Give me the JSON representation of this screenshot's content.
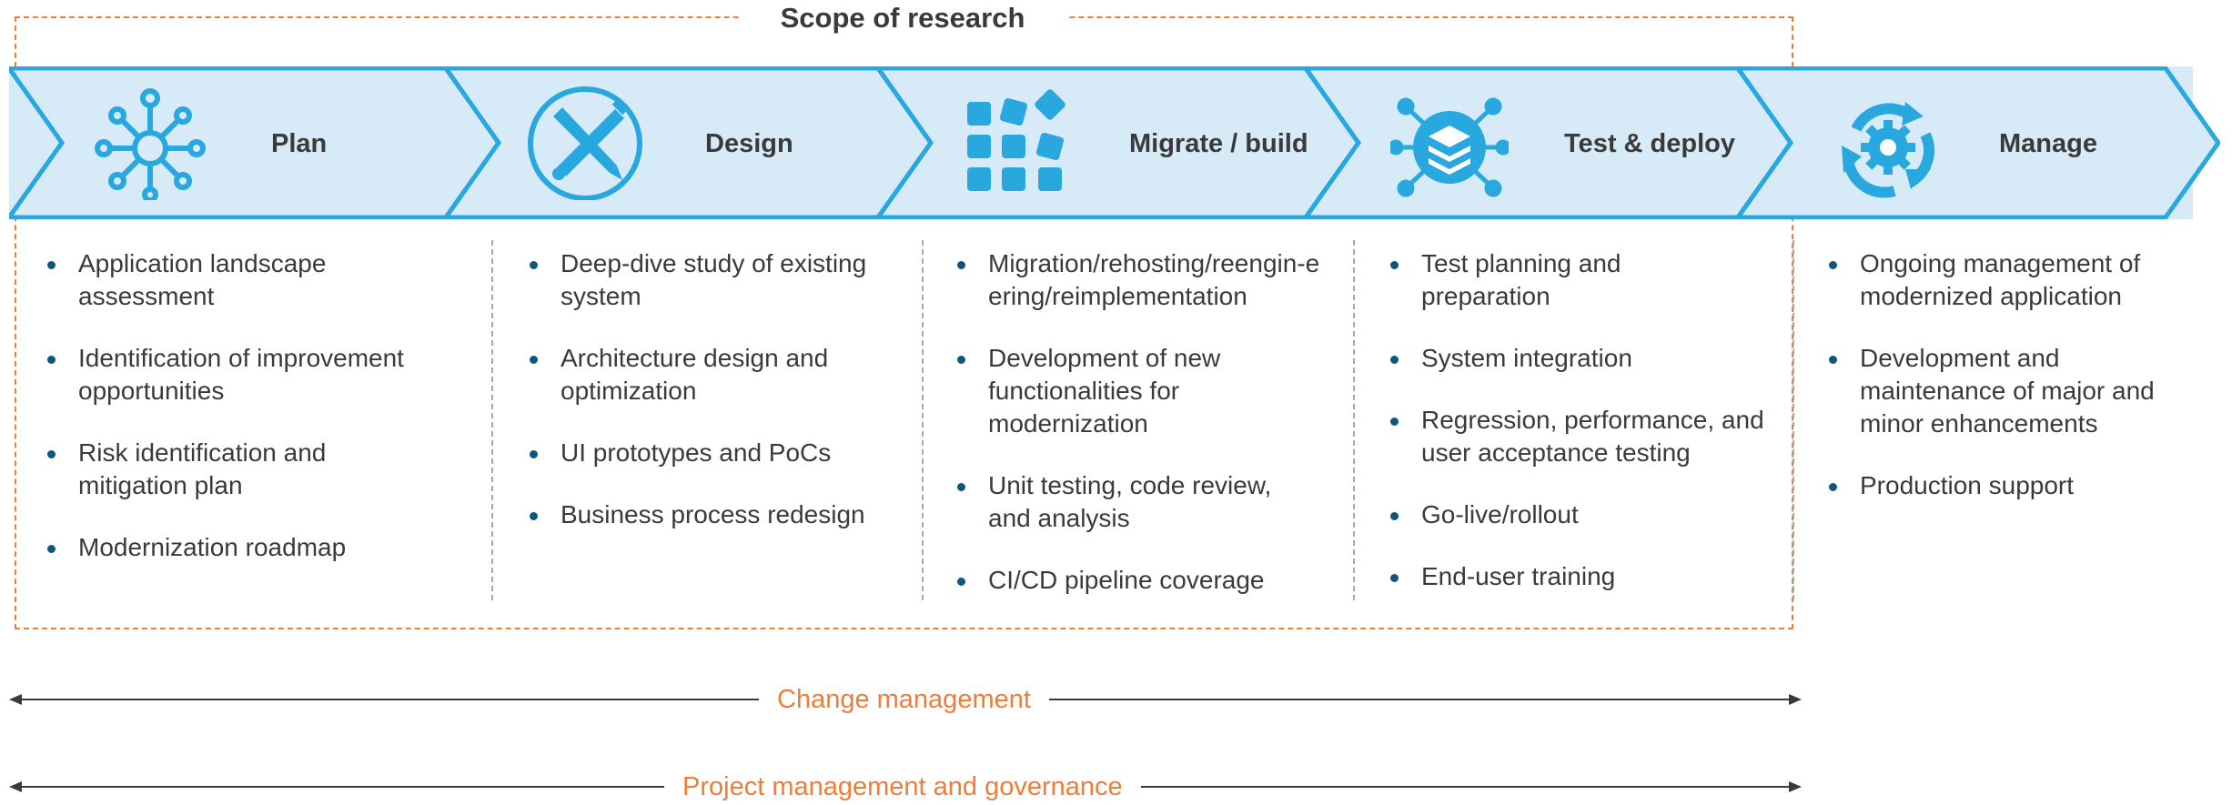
{
  "scope": {
    "title": "Scope of research"
  },
  "phases": [
    {
      "label": "Plan",
      "icon": "network-hub-icon",
      "items": [
        "Application landscape assessment",
        "Identification of improvement opportunities",
        "Risk identification and mitigation plan",
        "Modernization roadmap"
      ]
    },
    {
      "label": "Design",
      "icon": "pencil-brush-icon",
      "items": [
        "Deep-dive study of existing system",
        "Architecture design and optimization",
        "UI prototypes and PoCs",
        "Business process redesign"
      ]
    },
    {
      "label": "Migrate / build",
      "icon": "app-blocks-icon",
      "items": [
        "Migration/rehosting/reengin-eering/reimplementation",
        "Development of new functionalities for modernization",
        "Unit testing, code review, and analysis",
        "CI/CD pipeline coverage"
      ]
    },
    {
      "label": "Test & deploy",
      "icon": "layers-network-icon",
      "items": [
        "Test planning and preparation",
        "System integration",
        "Regression, performance, and user acceptance testing",
        "Go-live/rollout",
        "End-user training"
      ]
    },
    {
      "label": "Manage",
      "icon": "gear-cycle-icon",
      "items": [
        "Ongoing management of modernized application",
        "Development and maintenance of major and minor enhancements",
        "Production support"
      ]
    }
  ],
  "spans": [
    {
      "label": "Change management"
    },
    {
      "label": "Project management and governance"
    }
  ],
  "colors": {
    "accent": "#29a8df",
    "band": "#d6ebf7",
    "orange": "#ef7d3a",
    "bullet": "#0e5580"
  }
}
